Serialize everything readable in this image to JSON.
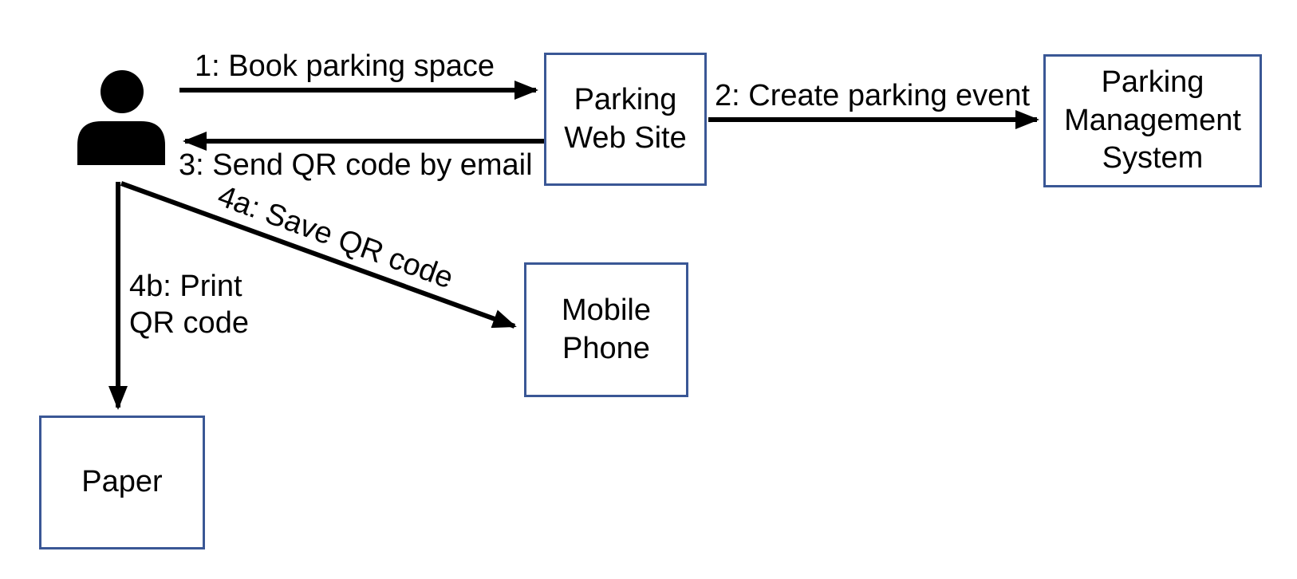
{
  "diagram": {
    "colors": {
      "box_border": "#3A5795",
      "arrow": "#000000",
      "text": "#000000",
      "background": "#FFFFFF"
    },
    "actor": {
      "icon": "person-icon"
    },
    "nodes": {
      "parking_web_site": {
        "label": "Parking\nWeb Site"
      },
      "parking_management_system": {
        "label": "Parking\nManagement\nSystem"
      },
      "mobile_phone": {
        "label": "Mobile\nPhone"
      },
      "paper": {
        "label": "Paper"
      }
    },
    "messages": {
      "m1": {
        "label": "1: Book parking space"
      },
      "m2": {
        "label": "2: Create parking event"
      },
      "m3": {
        "label": "3: Send QR code by email"
      },
      "m4a": {
        "label": "4a: Save QR code"
      },
      "m4b": {
        "label": "4b: Print\nQR code"
      }
    }
  }
}
